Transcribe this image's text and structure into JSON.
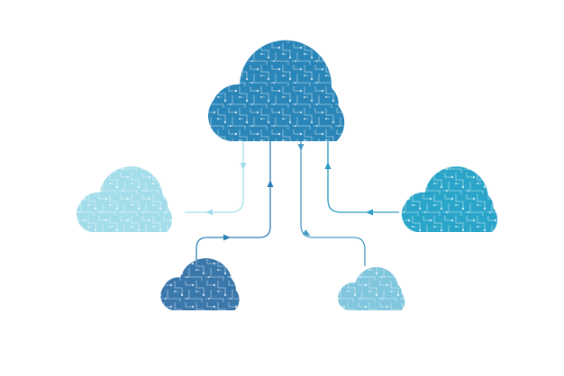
{
  "diagram": {
    "background": "#ffffff",
    "clouds": [
      {
        "id": "main",
        "color": "#2a86b8"
      },
      {
        "id": "left",
        "color": "#a3dde9"
      },
      {
        "id": "right",
        "color": "#2aa5c9"
      },
      {
        "id": "bottom-left",
        "color": "#3a77ab"
      },
      {
        "id": "bottom-right",
        "color": "#80c6de"
      }
    ],
    "connectors": [
      {
        "from": "main",
        "to": "left",
        "color": "#a3dde9"
      },
      {
        "from": "bottom-left",
        "to": "main",
        "color": "#2a7fb3"
      },
      {
        "from": "main",
        "to": "bottom-right",
        "color": "#4a9cc6"
      },
      {
        "from": "right",
        "to": "main",
        "color": "#2a9cc4"
      }
    ],
    "pattern": "circuit-board"
  }
}
